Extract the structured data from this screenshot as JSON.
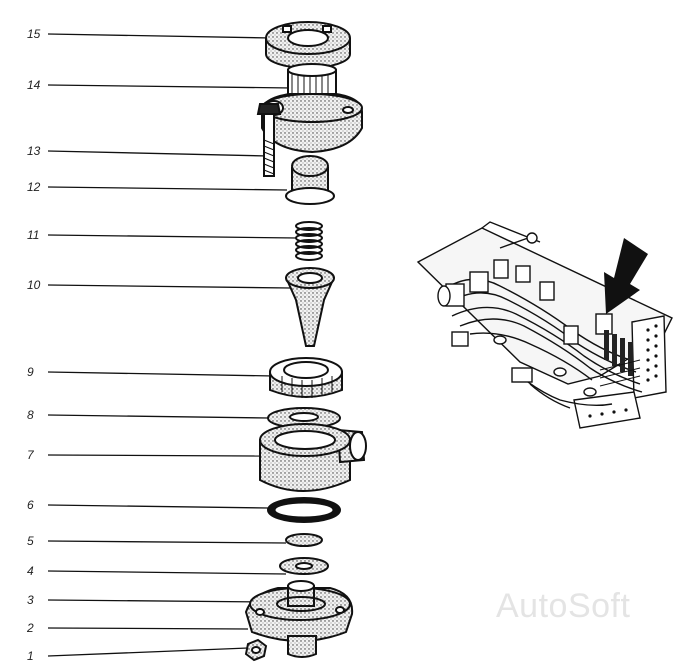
{
  "callouts": [
    "15",
    "14",
    "13",
    "12",
    "11",
    "10",
    "9",
    "8",
    "7",
    "6",
    "5",
    "4",
    "3",
    "2",
    "1"
  ],
  "watermark": "AutoSoft",
  "colors": {
    "ink": "#111111",
    "stipple": "#d9d9d9",
    "paper": "#ffffff"
  },
  "icons": {
    "pointer": "arrow-down-left-icon"
  }
}
